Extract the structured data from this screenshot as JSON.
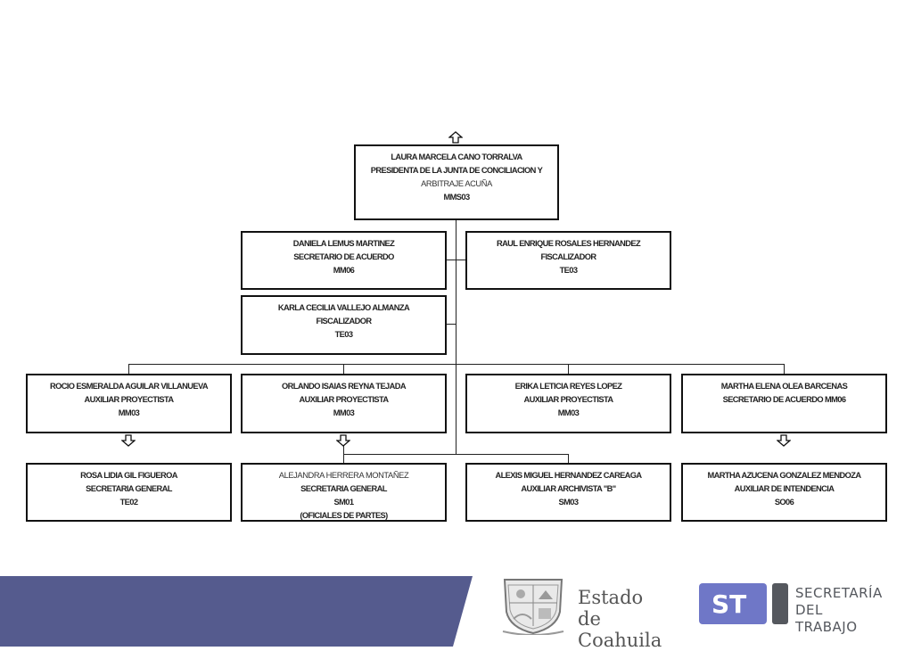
{
  "org_chart": {
    "head": {
      "name": "LAURA MARCELA CANO TORRALVA",
      "title": "PRESIDENTA DE LA JUNTA DE CONCILIACION Y",
      "title2": "ARBITRAJE ACUÑA",
      "code": "MMS03"
    },
    "staff": [
      {
        "name": "DANIELA LEMUS MARTINEZ",
        "title": "SECRETARIO DE ACUERDO",
        "code": "MM06"
      },
      {
        "name": "RAUL ENRIQUE ROSALES HERNANDEZ",
        "title": "FISCALIZADOR",
        "code": "TE03"
      },
      {
        "name": "KARLA CECILIA VALLEJO ALMANZA",
        "title": "FISCALIZADOR",
        "code": "TE03"
      }
    ],
    "level2": [
      {
        "name": "ROCIO ESMERALDA AGUILAR VILLANUEVA",
        "title": "AUXILIAR PROYECTISTA",
        "code": "MM03"
      },
      {
        "name": "ORLANDO ISAIAS REYNA TEJADA",
        "title": "AUXILIAR PROYECTISTA",
        "code": "MM03"
      },
      {
        "name": "ERIKA LETICIA REYES LOPEZ",
        "title": "AUXILIAR PROYECTISTA",
        "code": "MM03"
      },
      {
        "name": "MARTHA ELENA OLEA BARCENAS",
        "title": "SECRETARIO DE ACUERDO MM06",
        "code": ""
      }
    ],
    "level3": [
      {
        "name": "ROSA LIDIA GIL FIGUEROA",
        "title": "SECRETARIA GENERAL",
        "code": "TE02",
        "note": ""
      },
      {
        "name": "ALEJANDRA HERRERA MONTAÑEZ",
        "title": "SECRETARIA GENERAL",
        "code": "SM01",
        "note": "(OFICIALES DE PARTES)"
      },
      {
        "name": "ALEXIS MIGUEL HERNANDEZ CAREAGA",
        "title": "AUXILIAR ARCHIVISTA \"B\"",
        "code": "SM03",
        "note": ""
      },
      {
        "name": "MARTHA AZUCENA GONZALEZ MENDOZA",
        "title": "AUXILIAR DE INTENDENCIA",
        "code": "SO06",
        "note": ""
      }
    ]
  },
  "footer": {
    "band_color": "#555b8e",
    "estado_line1": "Estado",
    "estado_line2": "de Coahuila",
    "st_abbrev": "ST",
    "st_line1": "SECRETARÍA",
    "st_line2": "DEL TRABAJO",
    "st_color": "#6f77c7"
  }
}
